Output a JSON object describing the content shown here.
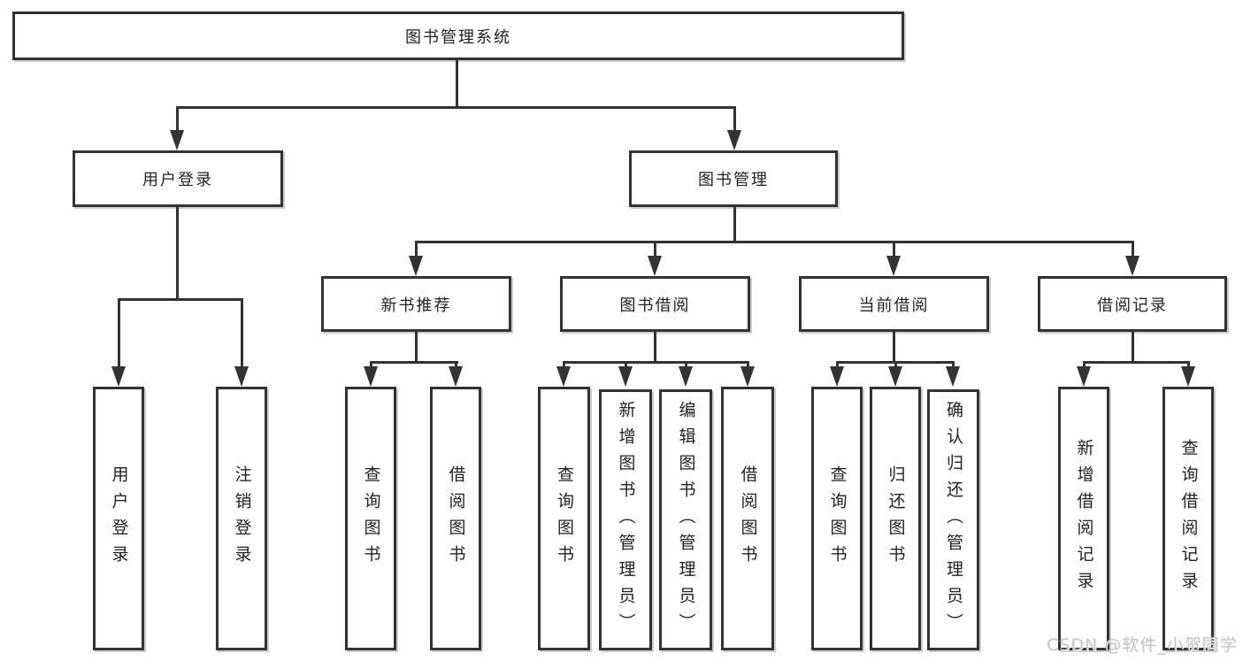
{
  "diagram": {
    "root": "图书管理系统",
    "level2": {
      "user_login": "用户登录",
      "book_management": "图书管理"
    },
    "level3": {
      "new_book_recommend": "新书推荐",
      "book_borrowing": "图书借阅",
      "current_borrowing": "当前借阅",
      "borrowing_records": "借阅记录"
    },
    "leaves": {
      "user_login": "用户登录",
      "logout": "注销登录",
      "recommend_query_book": "查询图书",
      "recommend_borrow_book": "借阅图书",
      "borrowing_query_book": "查询图书",
      "borrowing_add_book": "新增图书（管理员）",
      "borrowing_edit_book": "编辑图书（管理员）",
      "borrowing_borrow_book": "借阅图书",
      "current_query_book": "查询图书",
      "current_return_book": "归还图书",
      "current_confirm_return": "确认归还（管理员）",
      "records_add_record": "新增借阅记录",
      "records_query_record": "查询借阅记录"
    }
  },
  "watermark": "CSDN @软件_小贺同学",
  "colors": {
    "line": "#333333",
    "text": "#222222",
    "background": "#ffffff",
    "watermark": "#c6c6c6"
  }
}
